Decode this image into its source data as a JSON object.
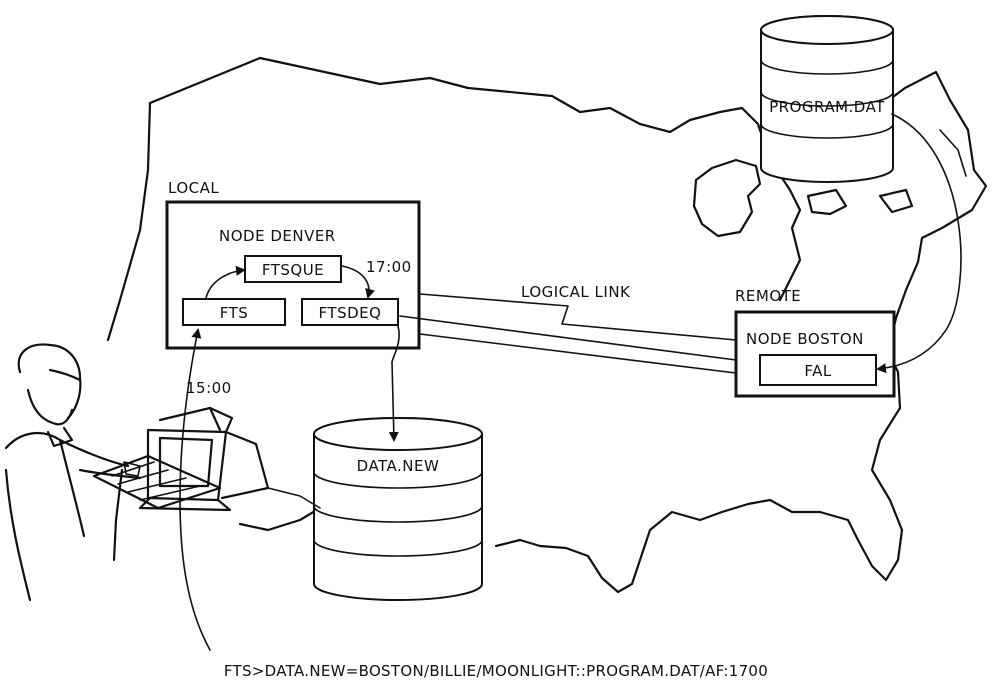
{
  "labels": {
    "local": "LOCAL",
    "node_denver": "NODE DENVER",
    "ftsque": "FTSQUE",
    "fts": "FTS",
    "ftsdeq": "FTSDEQ",
    "time_1700": "17:00",
    "time_1500": "15:00",
    "logical_link": "LOGICAL LINK",
    "remote": "REMOTE",
    "node_boston": "NODE BOSTON",
    "fal": "FAL",
    "program_dat": "PROGRAM.DAT",
    "data_new": "DATA.NEW"
  },
  "command": "FTS>DATA.NEW=BOSTON/BILLIE/MOONLIGHT::PROGRAM.DAT/AF:1700"
}
